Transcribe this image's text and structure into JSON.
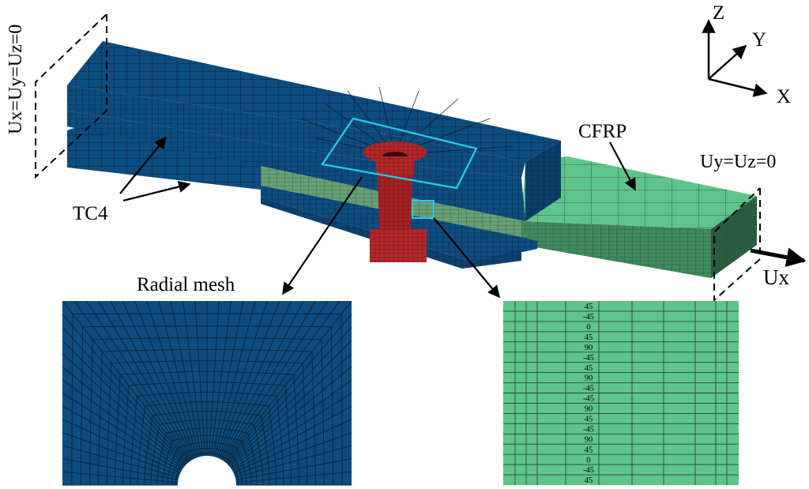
{
  "labels": {
    "left_bc": "Ux=Uy=Uz=0",
    "right_bc": "Uy=Uz=0",
    "load": "Ux",
    "material_titanium": "TC4",
    "material_composite": "CFRP",
    "radial_mesh": "Radial  mesh",
    "axis_x": "X",
    "axis_y": "Y",
    "axis_z": "Z"
  },
  "ply_sequence": [
    "45",
    "-45",
    "0",
    "45",
    "90",
    "-45",
    "45",
    "90",
    "-45",
    "-45",
    "90",
    "45",
    "-45",
    "90",
    "45",
    "0",
    "-45",
    "45"
  ],
  "colors": {
    "titanium": "#0d4c7f",
    "composite": "#5fc48a",
    "composite_dark": "#3f8a5c",
    "bolt": "#b3272a",
    "highlight": "#22d0f0",
    "mesh_line": "#0a2438"
  }
}
